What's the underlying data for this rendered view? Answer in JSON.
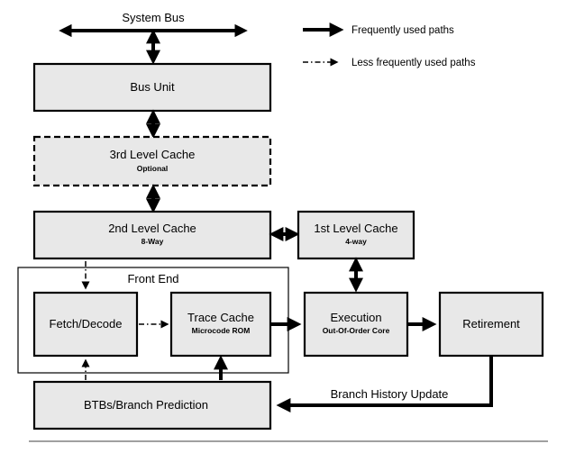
{
  "system_bus_label": "System Bus",
  "legend": {
    "frequent": "Frequently used paths",
    "less_frequent": "Less frequently used paths"
  },
  "blocks": {
    "bus_unit": {
      "title": "Bus Unit"
    },
    "l3_cache": {
      "title": "3rd Level  Cache",
      "subtitle": "Optional"
    },
    "l2_cache": {
      "title": "2nd Level Cache",
      "subtitle": "8-Way"
    },
    "l1_cache": {
      "title": "1st Level Cache",
      "subtitle": "4-way"
    },
    "fetch_decode": {
      "title": "Fetch/Decode"
    },
    "trace_cache": {
      "title": "Trace Cache",
      "subtitle": "Microcode ROM"
    },
    "execution": {
      "title": "Execution",
      "subtitle": "Out-Of-Order Core"
    },
    "retirement": {
      "title": "Retirement"
    },
    "btb": {
      "title": "BTBs/Branch Prediction"
    }
  },
  "front_end_label": "Front End",
  "branch_history_label": "Branch History Update"
}
